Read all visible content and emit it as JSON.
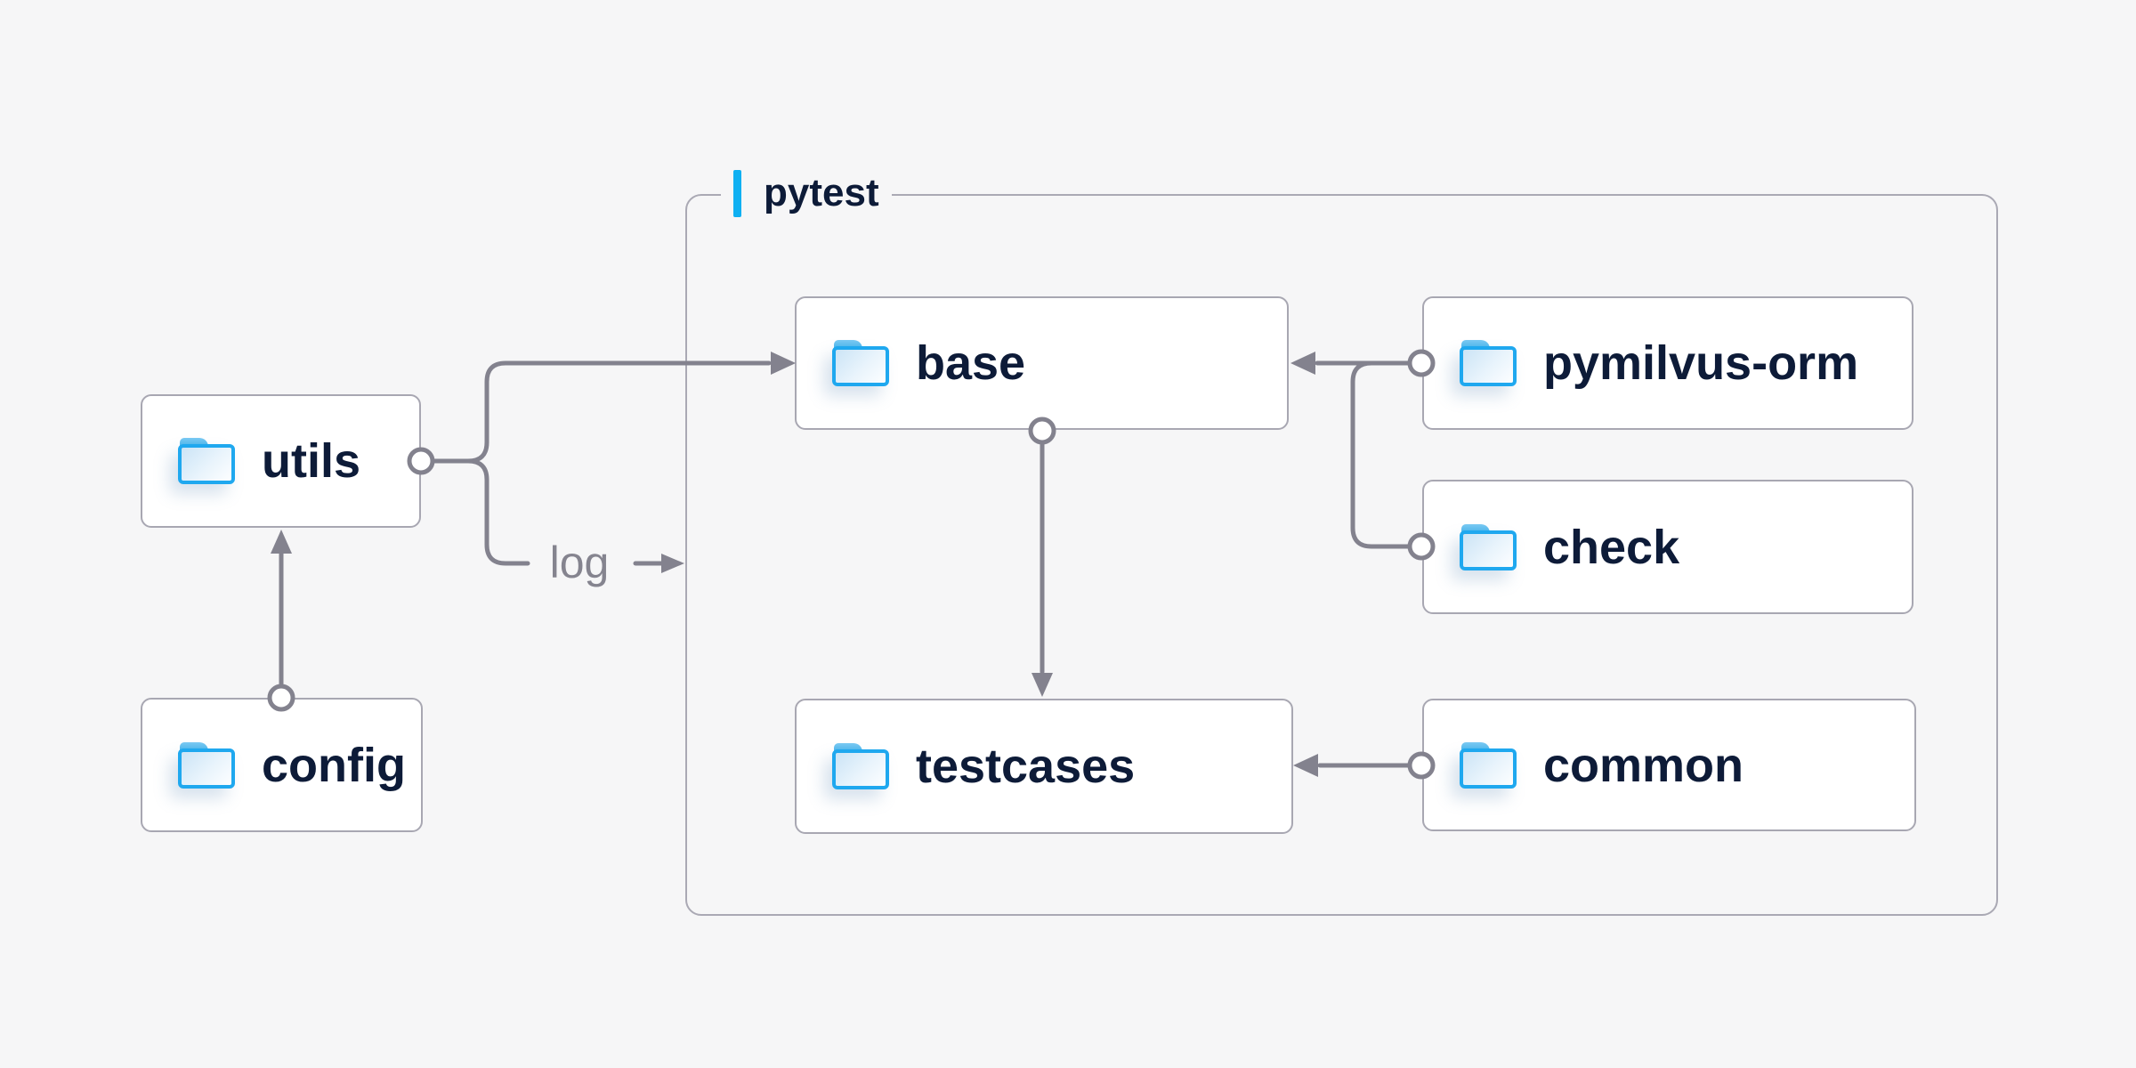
{
  "diagram": {
    "group": {
      "label": "pytest"
    },
    "nodes": {
      "utils": {
        "label": "utils",
        "icon": "folder-icon"
      },
      "config": {
        "label": "config",
        "icon": "folder-icon"
      },
      "base": {
        "label": "base",
        "icon": "folder-icon"
      },
      "pymilvus_orm": {
        "label": "pymilvus-orm",
        "icon": "folder-icon"
      },
      "check": {
        "label": "check",
        "icon": "folder-icon"
      },
      "testcases": {
        "label": "testcases",
        "icon": "folder-icon"
      },
      "common": {
        "label": "common",
        "icon": "folder-icon"
      }
    },
    "edge_labels": {
      "log": "log"
    },
    "edges": [
      {
        "from": "config",
        "to": "utils",
        "type": "arrow"
      },
      {
        "from": "utils",
        "to": "base",
        "type": "arrow"
      },
      {
        "from": "utils",
        "to": "pytest",
        "type": "arrow",
        "label": "log"
      },
      {
        "from": "pymilvus_orm",
        "to": "base",
        "type": "arrow"
      },
      {
        "from": "check",
        "to": "base",
        "type": "arrow"
      },
      {
        "from": "base",
        "to": "testcases",
        "type": "arrow"
      },
      {
        "from": "common",
        "to": "testcases",
        "type": "arrow"
      }
    ],
    "colors": {
      "background": "#f6f6f7",
      "node_fill": "#ffffff",
      "node_border": "#a8a7b2",
      "group_border": "#aaa9b4",
      "connector": "#83828e",
      "node_text": "#0d1b38",
      "edge_label_text": "#85848f",
      "accent_bar": "#0fb0f2",
      "folder_stroke": "#1fa8ef",
      "folder_tab": "#2fabea"
    }
  }
}
